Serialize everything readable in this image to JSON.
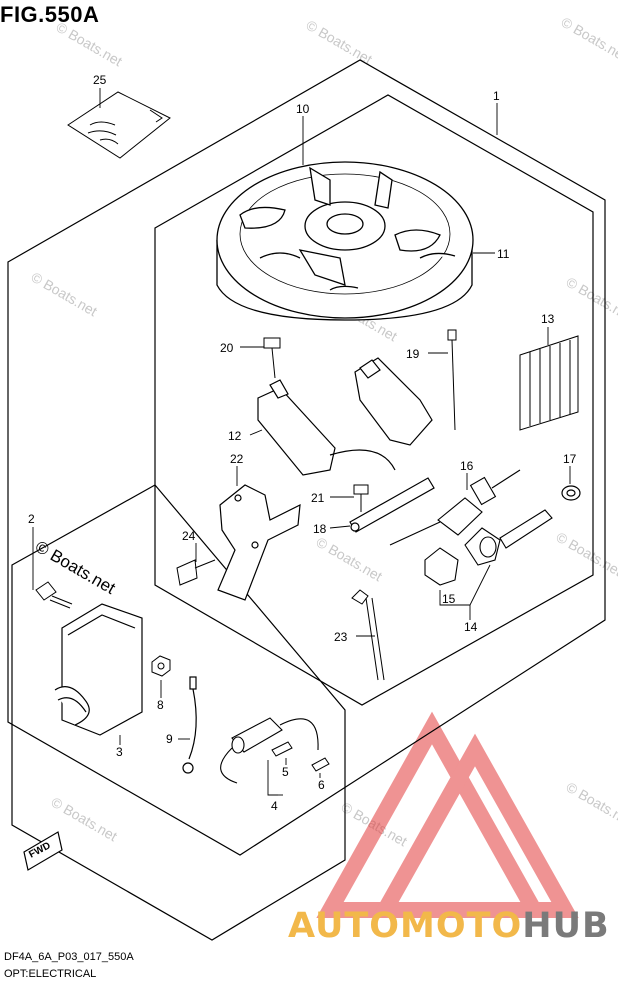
{
  "figure": {
    "title": "FIG.550A",
    "code": "DF4A_6A_P03_017_550A",
    "section": "OPT:ELECTRICAL"
  },
  "watermark": {
    "text": "© Boats.net"
  },
  "logo": {
    "part_a": "AUTOMOTO",
    "part_b": "HUB",
    "primary_color": "#e23b3b",
    "accent_color": "#f2b84a",
    "gray_color": "#7a7a7a"
  },
  "direction_badge": {
    "label": "FWD"
  },
  "callouts": [
    "1",
    "2",
    "3",
    "4",
    "5",
    "6",
    "8",
    "9",
    "10",
    "11",
    "12",
    "13",
    "14",
    "15",
    "16",
    "17",
    "18",
    "19",
    "20",
    "21",
    "22",
    "23",
    "24",
    "25"
  ]
}
